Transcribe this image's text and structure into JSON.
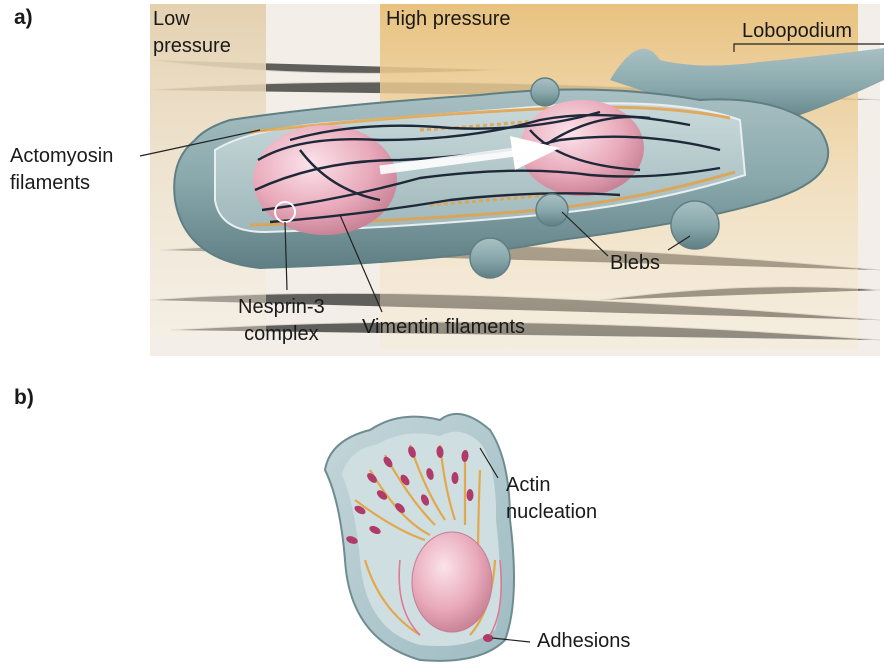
{
  "panel_a": {
    "letter": "a)",
    "labels": {
      "low_pressure_line1": "Low",
      "low_pressure_line2": "pressure",
      "high_pressure": "High pressure",
      "lobopodium": "Lobopodium",
      "actomyosin_line1": "Actomyosin",
      "actomyosin_line2": "filaments",
      "blebs": "Blebs",
      "nesprin_line1": "Nesprin-3",
      "nesprin_line2": "complex",
      "vimentin": "Vimentin filaments"
    }
  },
  "panel_b": {
    "letter": "b)",
    "labels": {
      "actin_line1": "Actin",
      "actin_line2": "nucleation",
      "adhesions": "Adhesions"
    }
  },
  "colors": {
    "low_pressure_band": "#e9dcc6",
    "high_pressure_band": "#ecc98a",
    "cell_membrane": "#7e9ea2",
    "cell_interior": "#b9cdd0",
    "nucleus": "#e7a9b8",
    "filament_dark": "#1d2838",
    "actomyosin": "#e6a74a",
    "adhesion": "#b03a68"
  }
}
